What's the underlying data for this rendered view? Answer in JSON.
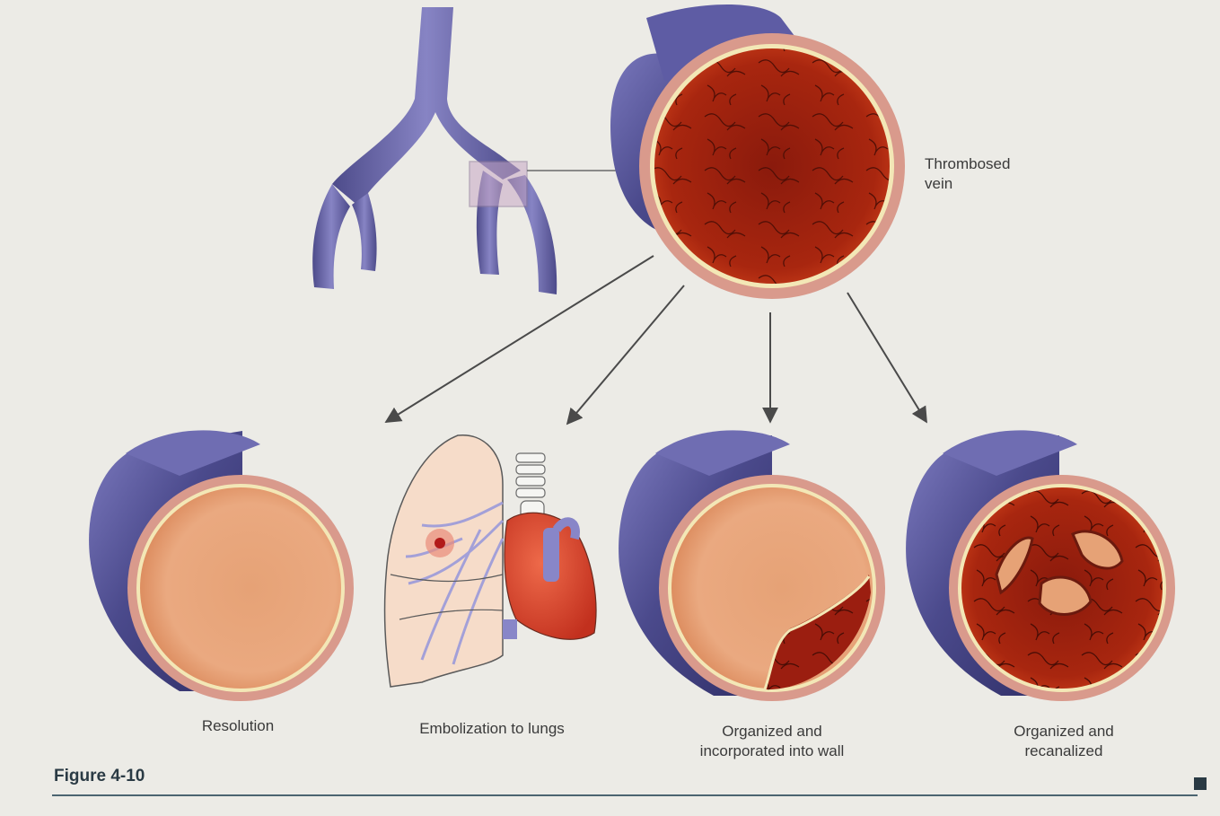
{
  "figure": {
    "caption": "Figure 4-10",
    "labels": {
      "thrombosed_line1": "Thrombosed",
      "thrombosed_line2": "vein",
      "resolution": "Resolution",
      "embolization": "Embolization to lungs",
      "organized_wall_line1": "Organized and",
      "organized_wall_line2": "incorporated into wall",
      "recanalized_line1": "Organized and",
      "recanalized_line2": "recanalized"
    }
  },
  "colors": {
    "background": "#ecebe6",
    "vein_wall": "#4b4a8c",
    "vein_wall_highlight": "#6f6db2",
    "vessel_lining": "#d99a8c",
    "thrombus": "#9b1e10",
    "lumen_clear": "#e9a777",
    "arrow": "#4a4a4a",
    "lung": "#f4d7c4",
    "heart": "#d9432d"
  },
  "icons": {
    "lungs": "lung-illustration",
    "heart": "heart-illustration",
    "trachea": "trachea-illustration"
  }
}
